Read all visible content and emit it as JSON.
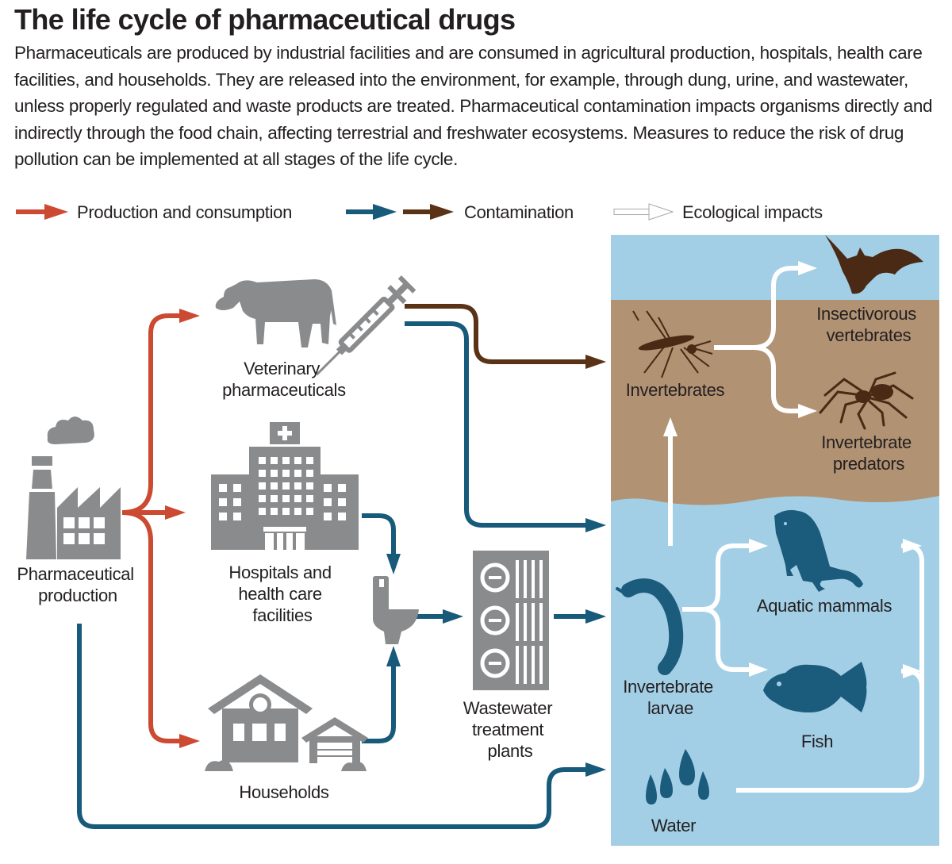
{
  "title": "The life cycle of pharmaceutical drugs",
  "intro": "Pharmaceuticals are produced by industrial facilities and are consumed in agricultural production, hospitals, health care facilities, and households. They are released into the environment, for example, through dung, urine, and wastewater, unless properly regulated and waste products are treated. Pharmaceutical contamination impacts organisms directly and indirectly through the food chain, affecting terrestrial and freshwater ecosystems. Measures to reduce the risk of drug pollution can be implemented at all stages of the life cycle.",
  "legend": {
    "production": "Production and consumption",
    "contamination": "Contamination",
    "ecological": "Ecological impacts"
  },
  "nodes": {
    "production": [
      "Pharmaceutical",
      "production"
    ],
    "veterinary": [
      "Veterinary",
      "pharmaceuticals"
    ],
    "hospitals": [
      "Hospitals and",
      "health care",
      "facilities"
    ],
    "households": [
      "Households"
    ],
    "wastewater": [
      "Wastewater",
      "treatment",
      "plants"
    ],
    "invertebrates": [
      "Invertebrates"
    ],
    "insectivorous": [
      "Insectivorous",
      "vertebrates"
    ],
    "predators": [
      "Invertebrate",
      "predators"
    ],
    "aquatic_mammals": [
      "Aquatic mammals"
    ],
    "larvae": [
      "Invertebrate",
      "larvae"
    ],
    "fish": [
      "Fish"
    ],
    "water": [
      "Water"
    ]
  },
  "colors": {
    "production": "#cc4a32",
    "contamination_water": "#175a7a",
    "contamination_soil": "#5a3216",
    "icon_gray": "#8a8b8d",
    "sky": "#a3cfe6",
    "soil": "#b19273",
    "animal_dark": "#4a2a14",
    "animal_blue": "#1b5b7b"
  },
  "icons": [
    "factory-icon",
    "cow-icon",
    "syringe-icon",
    "hospital-icon",
    "house-icon",
    "toilet-icon",
    "treatment-plant-icon",
    "mosquito-icon",
    "bat-icon",
    "spider-icon",
    "mole-icon",
    "larva-icon",
    "fish-icon",
    "water-drops-icon"
  ]
}
